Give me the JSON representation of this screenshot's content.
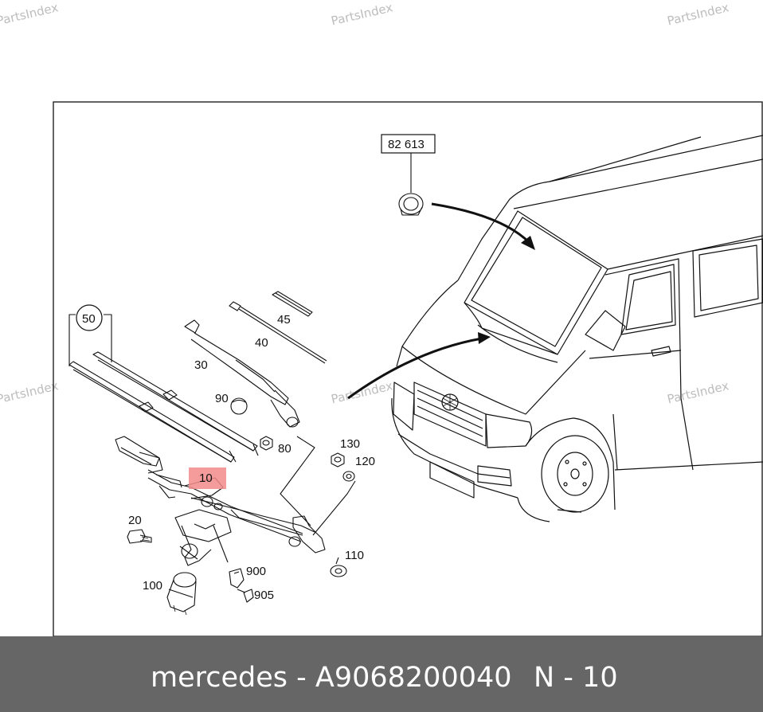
{
  "watermark": "PartsIndex",
  "colors": {
    "highlight": "#f28b8b",
    "footer_bg": "#666666",
    "ink": "#111111"
  },
  "callouts": {
    "c50": "50",
    "c45": "45",
    "c40": "40",
    "c30": "30",
    "c90": "90",
    "c80": "80",
    "c82613": "82 613",
    "c130": "130",
    "c120": "120",
    "c10": "10",
    "c20": "20",
    "c110": "110",
    "c900": "900",
    "c905": "905",
    "c100": "100"
  },
  "footer": {
    "part_text": "mercedes - A9068200040",
    "position_text": "N - 10"
  }
}
